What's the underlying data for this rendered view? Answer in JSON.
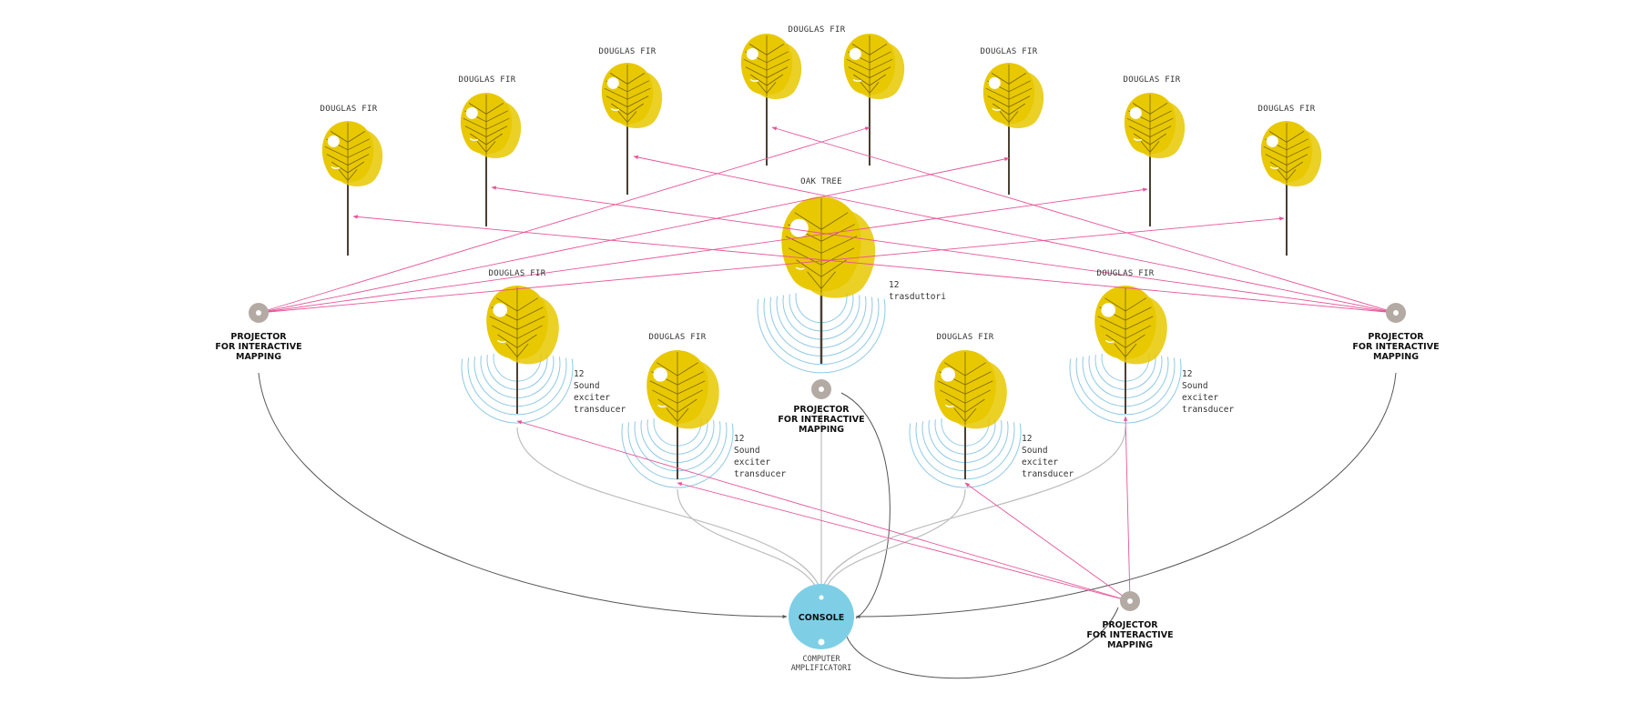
{
  "colors": {
    "leaf": "#e8c800",
    "leaf_vein": "#7a6500",
    "trunk": "#4a3f33",
    "waves": "#8fc9e6",
    "pink_link": "#e8559a",
    "grey_cable": "#555555",
    "light_cable": "#bdbdbd",
    "projector": "#b4aaa4",
    "console": "#7ecfe6"
  },
  "back_trees": [
    {
      "label": "DOUGLAS FIR"
    },
    {
      "label": "DOUGLAS FIR"
    },
    {
      "label": "DOUGLAS FIR"
    },
    {
      "label": "DOUGLAS FIR"
    },
    {
      "label": "DOUGLAS FIR"
    },
    {
      "label": "DOUGLAS FIR"
    },
    {
      "label": "DOUGLAS FIR"
    },
    {
      "label": "DOUGLAS FIR"
    }
  ],
  "oak": {
    "label": "OAK TREE",
    "transducer_lines": [
      "12",
      "trasduttori"
    ]
  },
  "front_trees": [
    {
      "label": "DOUGLAS FIR",
      "transducer_lines": [
        "12",
        "Sound",
        "exciter",
        "transducer"
      ]
    },
    {
      "label": "DOUGLAS FIR",
      "transducer_lines": [
        "12",
        "Sound",
        "exciter",
        "transducer"
      ]
    },
    {
      "label": "DOUGLAS FIR",
      "transducer_lines": [
        "12",
        "Sound",
        "exciter",
        "transducer"
      ]
    },
    {
      "label": "DOUGLAS FIR",
      "transducer_lines": [
        "12",
        "Sound",
        "exciter",
        "transducer"
      ]
    }
  ],
  "projectors": [
    {
      "lines": [
        "PROJECTOR",
        "FOR INTERACTIVE",
        "MAPPING"
      ]
    },
    {
      "lines": [
        "PROJECTOR",
        "FOR INTERACTIVE",
        "MAPPING"
      ]
    },
    {
      "lines": [
        "PROJECTOR",
        "FOR INTERACTIVE",
        "MAPPING"
      ]
    },
    {
      "lines": [
        "PROJECTOR",
        "FOR INTERACTIVE",
        "MAPPING"
      ]
    }
  ],
  "console": {
    "label": "CONSOLE",
    "sub_lines": [
      "COMPUTER",
      "AMPLIFICATORI"
    ]
  }
}
